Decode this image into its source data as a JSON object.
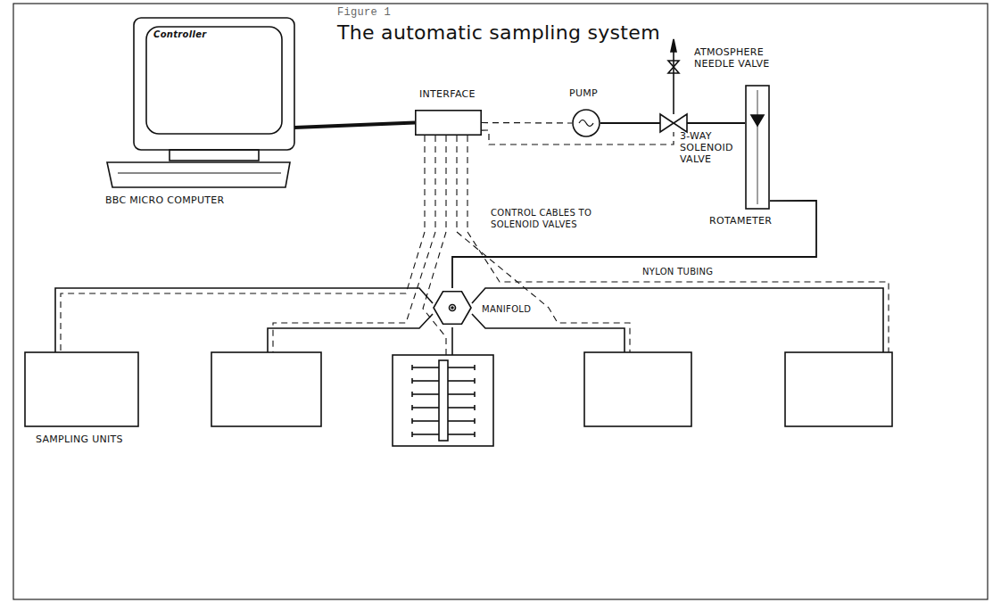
{
  "diagram": {
    "title": "The automatic sampling system",
    "nodes": [
      {
        "text": [
          "Controller",
          "BBC MICRO COMPUTER"
        ]
      },
      {
        "text": [
          "INTERFACE"
        ]
      },
      {
        "text": [
          "PUMP"
        ]
      },
      {
        "text": [
          "3-WAY SOLENOID VALVE"
        ]
      },
      {
        "text": [
          "ROTAMETER"
        ]
      },
      {
        "text": [
          "MANIFOLD"
        ]
      }
    ],
    "edges": [
      {
        "from": 0,
        "to": 1,
        "arrow": "none"
      },
      {
        "from": 1,
        "to": 2,
        "arrow": "none"
      },
      {
        "from": 2,
        "to": 3,
        "arrow": "none"
      },
      {
        "from": 1,
        "to": 3,
        "arrow": "none"
      },
      {
        "from": 3,
        "to": 4,
        "arrow": "none"
      },
      {
        "from": 4,
        "to": 5,
        "arrow": "none"
      }
    ],
    "labels": [
      "Figure 1",
      "ATMOSPHERE NEEDLE VALVE",
      "CONTROL CABLES TO SOLENOID VALVES",
      "NYLON TUBING",
      "SAMPLING UNITS"
    ]
  }
}
